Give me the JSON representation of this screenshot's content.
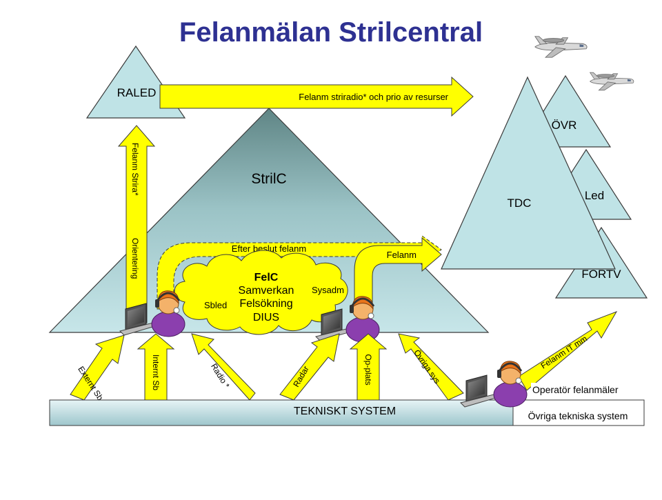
{
  "title": "Felanmälan Strilcentral",
  "colors": {
    "title": "#2E3192",
    "triangle_fill": "#BFE3E6",
    "triangle_stroke": "#3A3A3A",
    "arrow_fill": "#FFFF00",
    "arrow_stroke": "#3A3A3A",
    "cloud_fill": "#FFFF00",
    "headset_orange": "#E8741C",
    "person_purple": "#8B3FAE"
  },
  "nodes": {
    "raled": "RALED",
    "stril_c": "StrilC",
    "tdc": "TDC",
    "ovr": "ÖVR",
    "led": "Led",
    "fortv": "FORTV",
    "tekniskt_system": "TEKNISKT SYSTEM",
    "ovriga_tekniska_system": "Övriga  tekniska system"
  },
  "cloud": {
    "line1": "FelC",
    "line2": "Samverkan",
    "line3": "Felsökning",
    "line4": "DIUS"
  },
  "operators": {
    "sbled": "Sbled",
    "sysadm": "Sysadm",
    "operator_felanmaler": "Operatör felanmäler"
  },
  "arrows": {
    "raled_top": "Felanm striradio* och prio av resurser",
    "vertical_up": "Felanm Strira*",
    "orientering": "Orientering",
    "efter_beslut": "Efter beslut felanm",
    "felanm": "Felanm",
    "felanm_it": "Felanm IT mm",
    "externt_sb": "Externt Sb",
    "internt_sb": "Internt Sb",
    "radio": "Radio *",
    "radar": "Radar",
    "op_plats": "Op-plats",
    "ovriga_sys": "Övriga sys"
  },
  "icons": {
    "airplane": "airplane-icon",
    "operator": "operator-headset-icon",
    "computer": "computer-monitor-icon"
  }
}
